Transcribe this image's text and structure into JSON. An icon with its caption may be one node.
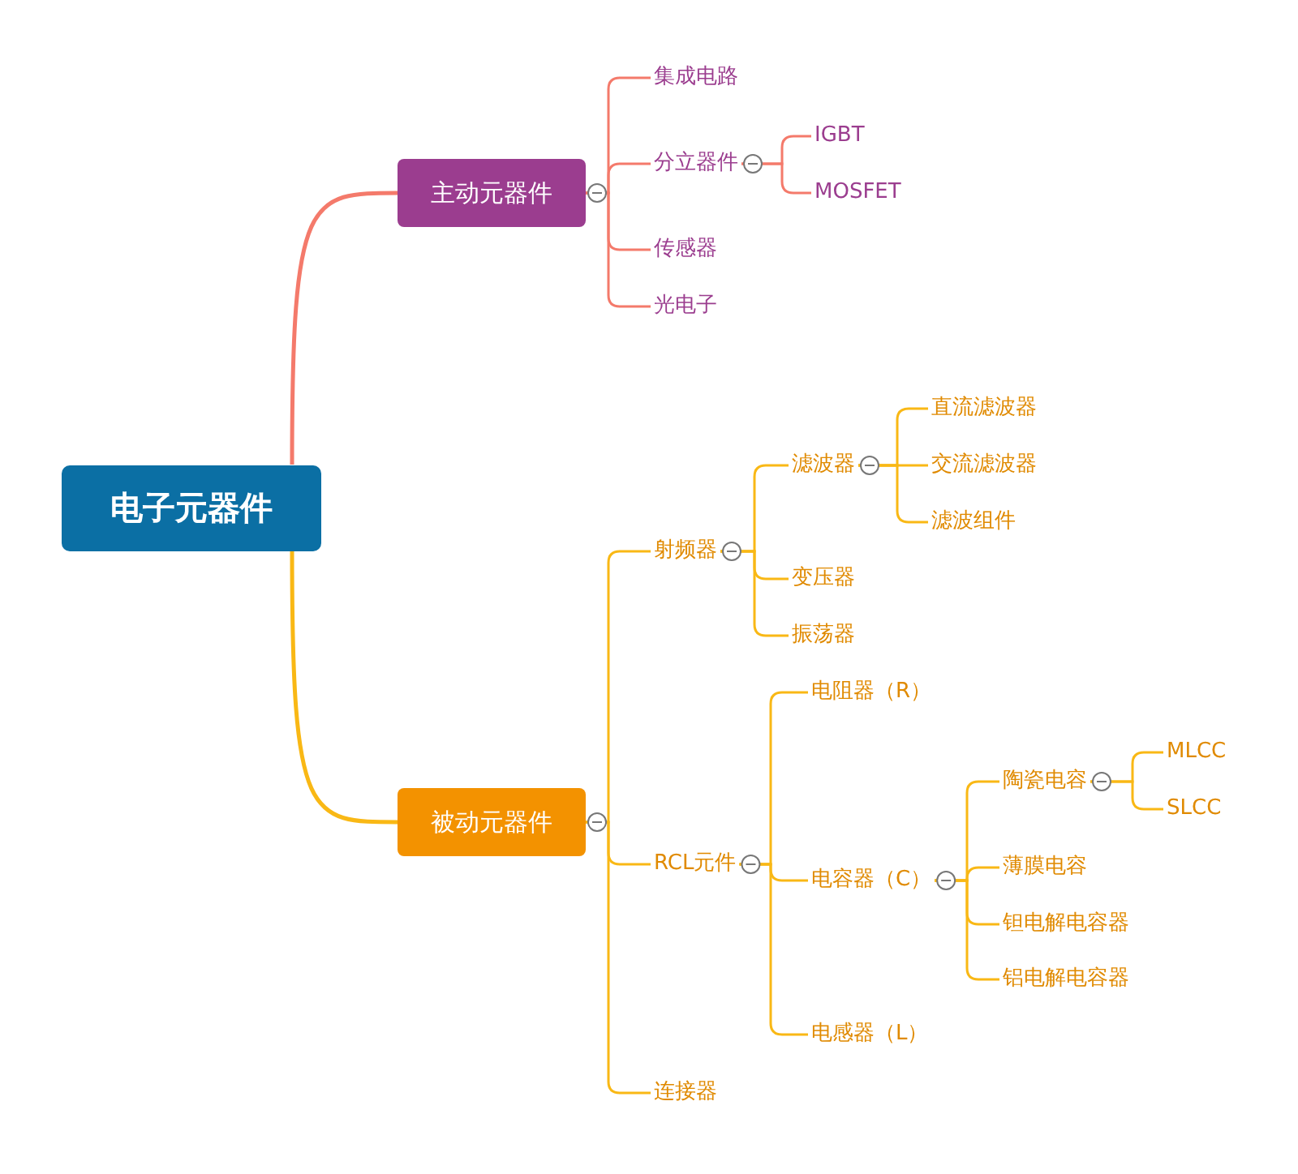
{
  "diagram": {
    "nodes": [
      {
        "text": [
          "电子元器件"
        ]
      },
      {
        "text": [
          "主动元器件"
        ]
      },
      {
        "text": [
          "集成电路"
        ]
      },
      {
        "text": [
          "分立器件"
        ]
      },
      {
        "text": [
          "IGBT"
        ]
      },
      {
        "text": [
          "MOSFET"
        ]
      },
      {
        "text": [
          "传感器"
        ]
      },
      {
        "text": [
          "光电子"
        ]
      },
      {
        "text": [
          "被动元器件"
        ]
      },
      {
        "text": [
          "射频器"
        ]
      },
      {
        "text": [
          "滤波器"
        ]
      },
      {
        "text": [
          "直流滤波器"
        ]
      },
      {
        "text": [
          "交流滤波器"
        ]
      },
      {
        "text": [
          "滤波组件"
        ]
      },
      {
        "text": [
          "变压器"
        ]
      },
      {
        "text": [
          "振荡器"
        ]
      },
      {
        "text": [
          "RCL元件"
        ]
      },
      {
        "text": [
          "电阻器（R）"
        ]
      },
      {
        "text": [
          "电容器（C）"
        ]
      },
      {
        "text": [
          "陶瓷电容"
        ]
      },
      {
        "text": [
          "MLCC"
        ]
      },
      {
        "text": [
          "SLCC"
        ]
      },
      {
        "text": [
          "薄膜电容"
        ]
      },
      {
        "text": [
          "钽电解电容器"
        ]
      },
      {
        "text": [
          "铝电解电容器"
        ]
      },
      {
        "text": [
          "电感器（L）"
        ]
      },
      {
        "text": [
          "连接器"
        ]
      }
    ],
    "edges": [
      {
        "from": 0,
        "to": 1,
        "arrow": "none",
        "color": "#f47a6b"
      },
      {
        "from": 1,
        "to": 2,
        "arrow": "none",
        "color": "#f47a6b"
      },
      {
        "from": 1,
        "to": 3,
        "arrow": "none",
        "color": "#f47a6b"
      },
      {
        "from": 3,
        "to": 4,
        "arrow": "none",
        "color": "#f47a6b"
      },
      {
        "from": 3,
        "to": 5,
        "arrow": "none",
        "color": "#f47a6b"
      },
      {
        "from": 1,
        "to": 6,
        "arrow": "none",
        "color": "#f47a6b"
      },
      {
        "from": 1,
        "to": 7,
        "arrow": "none",
        "color": "#f47a6b"
      },
      {
        "from": 0,
        "to": 8,
        "arrow": "none"
      },
      {
        "from": 8,
        "to": 9,
        "arrow": "none"
      },
      {
        "from": 9,
        "to": 10,
        "arrow": "none"
      },
      {
        "from": 10,
        "to": 11,
        "arrow": "none"
      },
      {
        "from": 10,
        "to": 12,
        "arrow": "none"
      },
      {
        "from": 10,
        "to": 13,
        "arrow": "none"
      },
      {
        "from": 9,
        "to": 14,
        "arrow": "none"
      },
      {
        "from": 9,
        "to": 15,
        "arrow": "none"
      },
      {
        "from": 8,
        "to": 16,
        "arrow": "none"
      },
      {
        "from": 16,
        "to": 17,
        "arrow": "none"
      },
      {
        "from": 16,
        "to": 18,
        "arrow": "none"
      },
      {
        "from": 18,
        "to": 19,
        "arrow": "none"
      },
      {
        "from": 19,
        "to": 20,
        "arrow": "none"
      },
      {
        "from": 19,
        "to": 21,
        "arrow": "none"
      },
      {
        "from": 18,
        "to": 22,
        "arrow": "none"
      },
      {
        "from": 18,
        "to": 23,
        "arrow": "none"
      },
      {
        "from": 18,
        "to": 24,
        "arrow": "none"
      },
      {
        "from": 16,
        "to": 25,
        "arrow": "none"
      },
      {
        "from": 8,
        "to": 26,
        "arrow": "none"
      }
    ]
  }
}
